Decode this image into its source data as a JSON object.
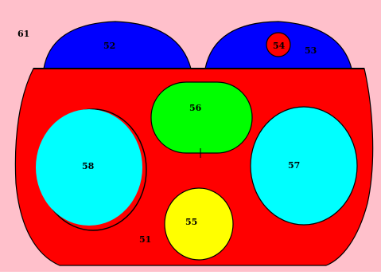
{
  "regions": {
    "background": {
      "label": "61",
      "color": "#ffc0cb"
    },
    "main_body": {
      "label": "51",
      "color": "#ff0000"
    },
    "left_dome": {
      "label": "52",
      "color": "#0000ff"
    },
    "right_dome": {
      "label": "53",
      "color": "#0000ff"
    },
    "small_circle": {
      "label": "54",
      "color": "#ff0000"
    },
    "bottom_circle": {
      "label": "55",
      "color": "#ffff00"
    },
    "top_rounded_rect": {
      "label": "56",
      "color": "#00ff00"
    },
    "right_oval": {
      "label": "57",
      "color": "#00ffff"
    },
    "left_oval": {
      "label": "58",
      "color": "#00ffff"
    }
  },
  "outline_color": "#000000"
}
